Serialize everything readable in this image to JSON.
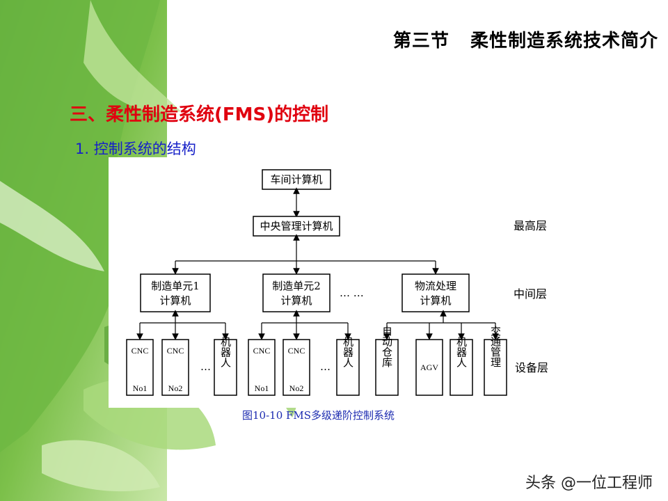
{
  "slide": {
    "title": "第三节   柔性制造系统技术简介",
    "section_title": "三、柔性制造系统(FMS)的控制",
    "subtitle": "1. 控制系统的结构",
    "caption": "图10-10   FMS多级递阶控制系统",
    "watermark": "头条 @一位工程师",
    "colors": {
      "section_title": "#e0000f",
      "subtitle": "#1620c8",
      "caption": "#1c2bb0",
      "leaf_green": "#8bc34a"
    }
  },
  "diagram": {
    "workshop_computer": "车间计算机",
    "central_computer": "中央管理计算机",
    "cell1": [
      "制造单元1",
      "计算机"
    ],
    "cell2": [
      "制造单元2",
      "计算机"
    ],
    "logistics": [
      "物流处理",
      "计算机"
    ],
    "middle_ellipsis": "…  …",
    "layers": {
      "top": "最高层",
      "middle": "中间层",
      "device": "设备层"
    },
    "devices": {
      "cnc": "CNC",
      "no1": "No1",
      "no2": "No2",
      "robot": "机器人",
      "ellipsis": "…",
      "auto_warehouse": "自动仓库",
      "agv": "AGV",
      "traffic": "交通管理"
    }
  }
}
